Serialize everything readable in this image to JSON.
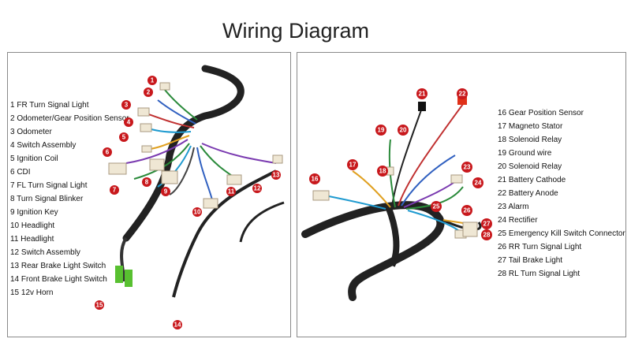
{
  "title": "Wiring Diagram",
  "colors": {
    "marker": "#c8181c",
    "harness": "#222222",
    "connector": "#efe7d4"
  },
  "left_legend": [
    "1  FR Turn Signal Light",
    "2 Odometer/Gear Position Sensor",
    "3 Odometer",
    "4 Switch Assembly",
    "5 Ignition Coil",
    "6 CDI",
    "7 FL Turn Signal Light",
    "8 Turn Signal Blinker",
    "9 Ignition Key",
    "10 Headlight",
    "11 Headlight",
    "12 Switch Assembly",
    "13 Rear Brake Light Switch",
    "14 Front Brake Light Switch",
    "15 12v Horn"
  ],
  "right_legend": [
    "16  Gear Position Sensor",
    "17 Magneto Stator",
    "18 Solenoid Relay",
    "19 Ground wire",
    "20 Solenoid Relay",
    "21 Battery Cathode",
    "22 Battery Anode",
    "23 Alarm",
    "24 Rectifier",
    "25 Emergency Kill Switch Connector",
    "26  RR Turn Signal Light",
    "27 Tail Brake Light",
    "28 RL Turn Signal Light"
  ],
  "left_markers": [
    "1",
    "2",
    "3",
    "4",
    "5",
    "6",
    "7",
    "8",
    "9",
    "10",
    "11",
    "12",
    "13",
    "14",
    "15"
  ],
  "right_markers": [
    "16",
    "17",
    "18",
    "19",
    "20",
    "21",
    "22",
    "23",
    "24",
    "25",
    "26",
    "27",
    "28"
  ]
}
